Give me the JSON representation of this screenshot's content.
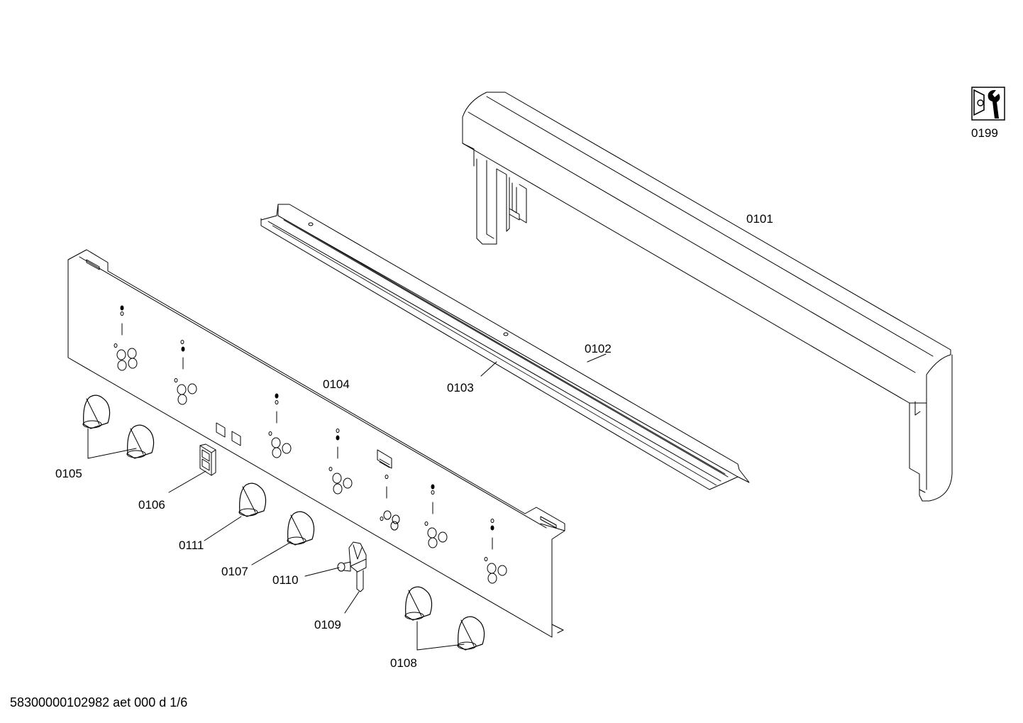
{
  "parts": {
    "p0101": "0101",
    "p0102": "0102",
    "p0103": "0103",
    "p0104": "0104",
    "p0105": "0105",
    "p0106": "0106",
    "p0107": "0107",
    "p0108": "0108",
    "p0109": "0109",
    "p0110": "0110",
    "p0111": "0111",
    "p0199": "0199"
  },
  "footer": "58300000102982 aet 000 d 1/6",
  "icons": {
    "service": "wrench-nut-icon"
  }
}
